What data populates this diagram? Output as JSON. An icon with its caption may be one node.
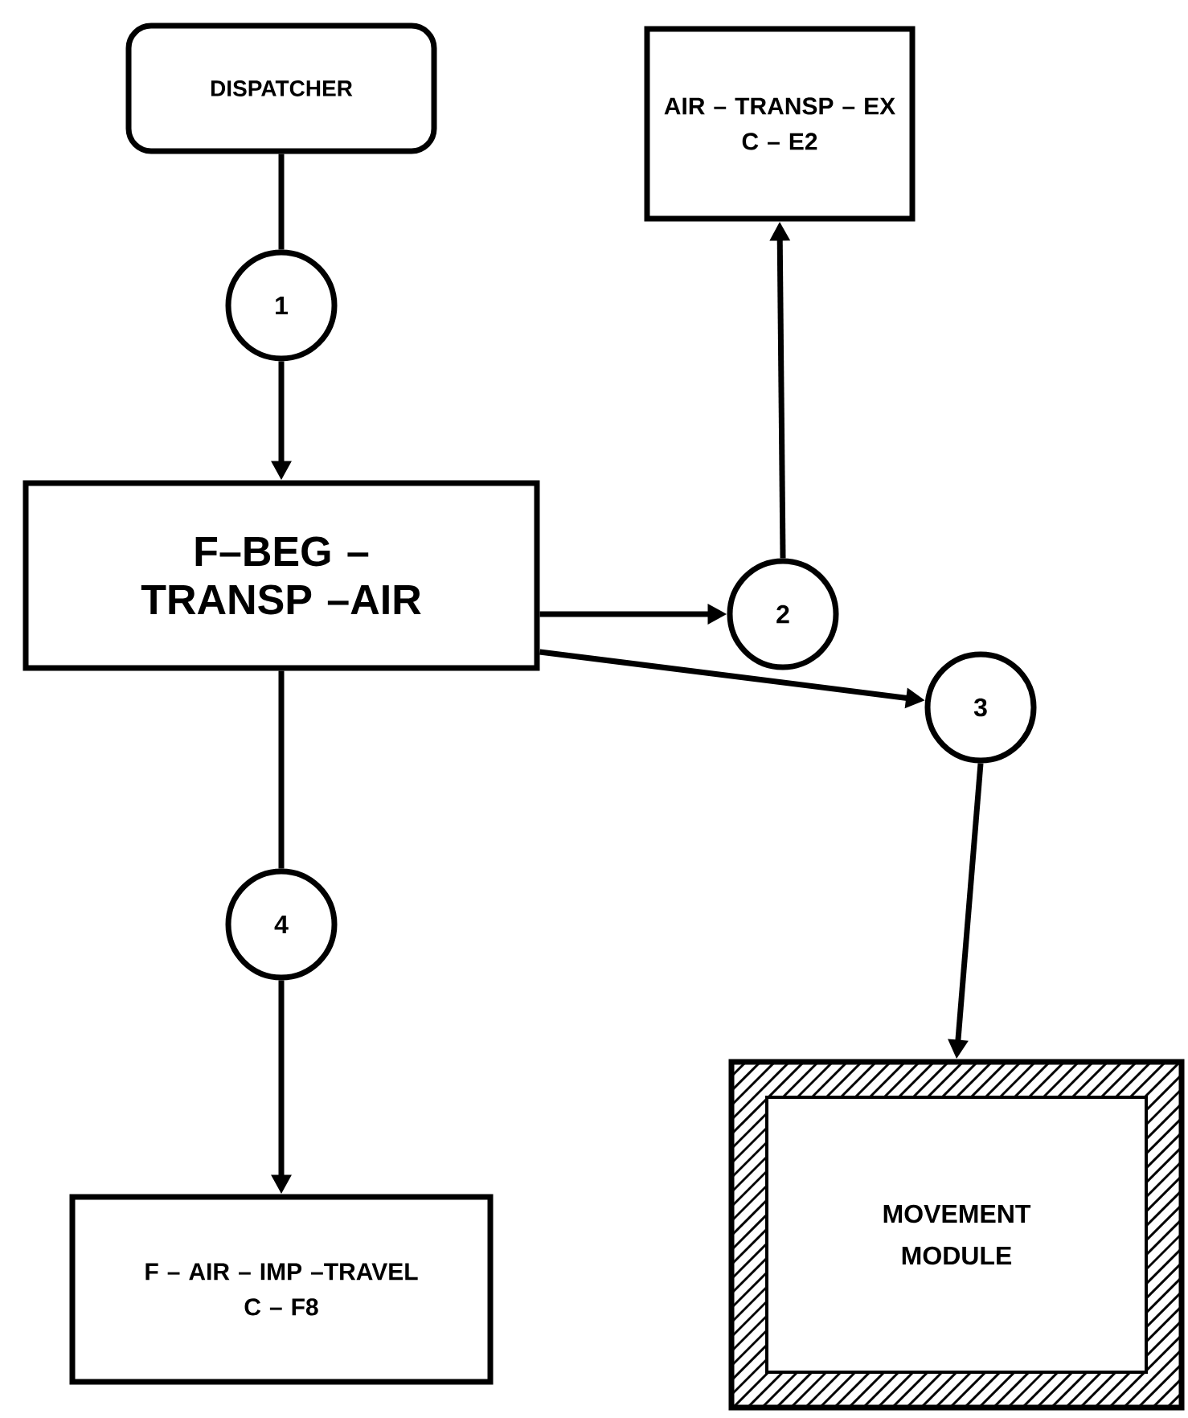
{
  "diagram": {
    "nodes": [
      {
        "text": [
          "DISPATCHER"
        ]
      },
      {
        "text": [
          "1"
        ]
      },
      {
        "text": [
          "F–BEG –TRANSP –AIR"
        ]
      },
      {
        "text": [
          "AIR – TRANSP – EX",
          "C – E2"
        ]
      },
      {
        "text": [
          "2"
        ]
      },
      {
        "text": [
          "3"
        ]
      },
      {
        "text": [
          "4"
        ]
      },
      {
        "text": [
          "F – AIR – IMP –TRAVEL",
          "C – F8"
        ]
      },
      {
        "text": [
          "MOVEMENT MODULE"
        ]
      }
    ],
    "edges": [
      {
        "from": 0,
        "to": 1,
        "arrow": "none"
      },
      {
        "from": 1,
        "to": 2,
        "arrow": "to"
      },
      {
        "from": 2,
        "to": 4,
        "arrow": "to"
      },
      {
        "from": 4,
        "to": 3,
        "arrow": "to"
      },
      {
        "from": 2,
        "to": 5,
        "arrow": "to"
      },
      {
        "from": 5,
        "to": 8,
        "arrow": "to"
      },
      {
        "from": 2,
        "to": 6,
        "arrow": "none"
      },
      {
        "from": 6,
        "to": 7,
        "arrow": "to"
      }
    ]
  }
}
